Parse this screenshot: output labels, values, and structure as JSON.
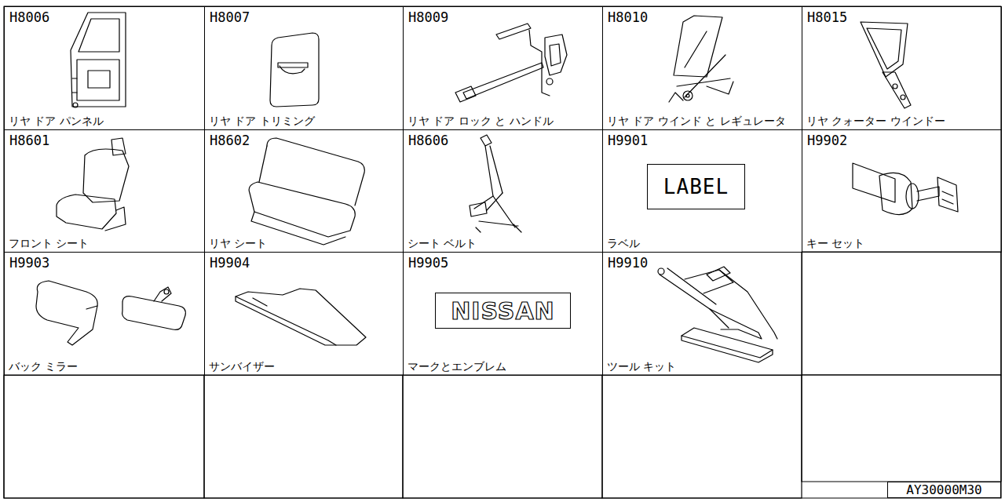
{
  "diagram": {
    "nodes": [
      {
        "text": [
          "H8006",
          "リヤ ドア パンネル"
        ]
      },
      {
        "text": [
          "H8007",
          "リヤ ドア トリミング"
        ]
      },
      {
        "text": [
          "H8009",
          "リヤ ドア ロック と ハンドル"
        ]
      },
      {
        "text": [
          "H8010",
          "リヤ ドア ウインド と レギュレータ"
        ]
      },
      {
        "text": [
          "H8015",
          "リヤ クォーター ウインドー"
        ]
      },
      {
        "text": [
          "H8601",
          "フロント シート"
        ]
      },
      {
        "text": [
          "H8602",
          "リヤ シート"
        ]
      },
      {
        "text": [
          "H8606",
          "シート ベルト"
        ]
      },
      {
        "text": [
          "H9901",
          "ラベル"
        ]
      },
      {
        "text": [
          "LABEL"
        ],
        "in": 8
      },
      {
        "text": [
          "H9902",
          "キー セット"
        ]
      },
      {
        "text": [
          "H9903",
          "バック ミラー"
        ]
      },
      {
        "text": [
          "H9904",
          "サンバイザー"
        ]
      },
      {
        "text": [
          "H9905",
          "マークとエンブレム"
        ]
      },
      {
        "text": [
          "NISSAN"
        ],
        "in": 13
      },
      {
        "text": [
          "H9910",
          "ツール キット"
        ]
      },
      {
        "text": [
          "AY30000M30"
        ]
      }
    ]
  }
}
